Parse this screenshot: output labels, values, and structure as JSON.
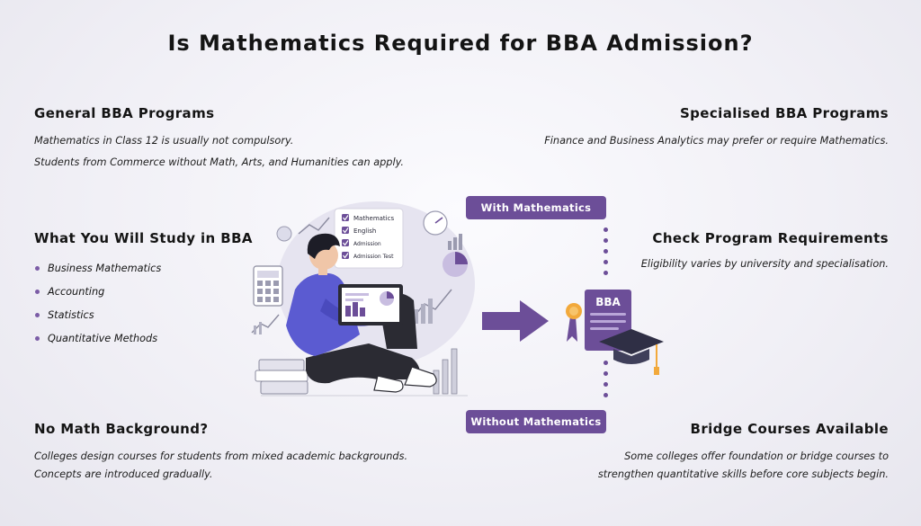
{
  "title": "Is Mathematics Required for BBA Admission?",
  "general": {
    "heading": "General BBA Programs",
    "lines": [
      "Mathematics in Class 12 is usually not compulsory.",
      "Students from Commerce without Math, Arts, and Humanities can apply."
    ]
  },
  "specialised": {
    "heading": "Specialised BBA Programs",
    "line": "Finance and Business Analytics may prefer or require Mathematics."
  },
  "study": {
    "heading": "What You Will Study in BBA",
    "items": [
      "Business Mathematics",
      "Accounting",
      "Statistics",
      "Quantitative Methods"
    ]
  },
  "check": {
    "heading": "Check Program Requirements",
    "line": "Eligibility varies by university and specialisation."
  },
  "nomath": {
    "heading": "No Math Background?",
    "lines": [
      "Colleges design courses for students from mixed academic backgrounds.",
      "Concepts are introduced gradually."
    ]
  },
  "bridge": {
    "heading": "Bridge Courses Available",
    "lines": [
      "Some colleges offer foundation or bridge courses to",
      "strengthen quantitative skills before core subjects begin."
    ]
  },
  "labels": {
    "with_math": "With Mathematics",
    "without_math": "Without Mathematics"
  },
  "checklist": [
    "Mathematics",
    "English",
    "Admission",
    "Admission Test"
  ],
  "badge": "BBA",
  "colors": {
    "accent": "#6c4e98",
    "figure_shirt": "#5b5bd1",
    "figure_pants": "#2b2b33"
  }
}
